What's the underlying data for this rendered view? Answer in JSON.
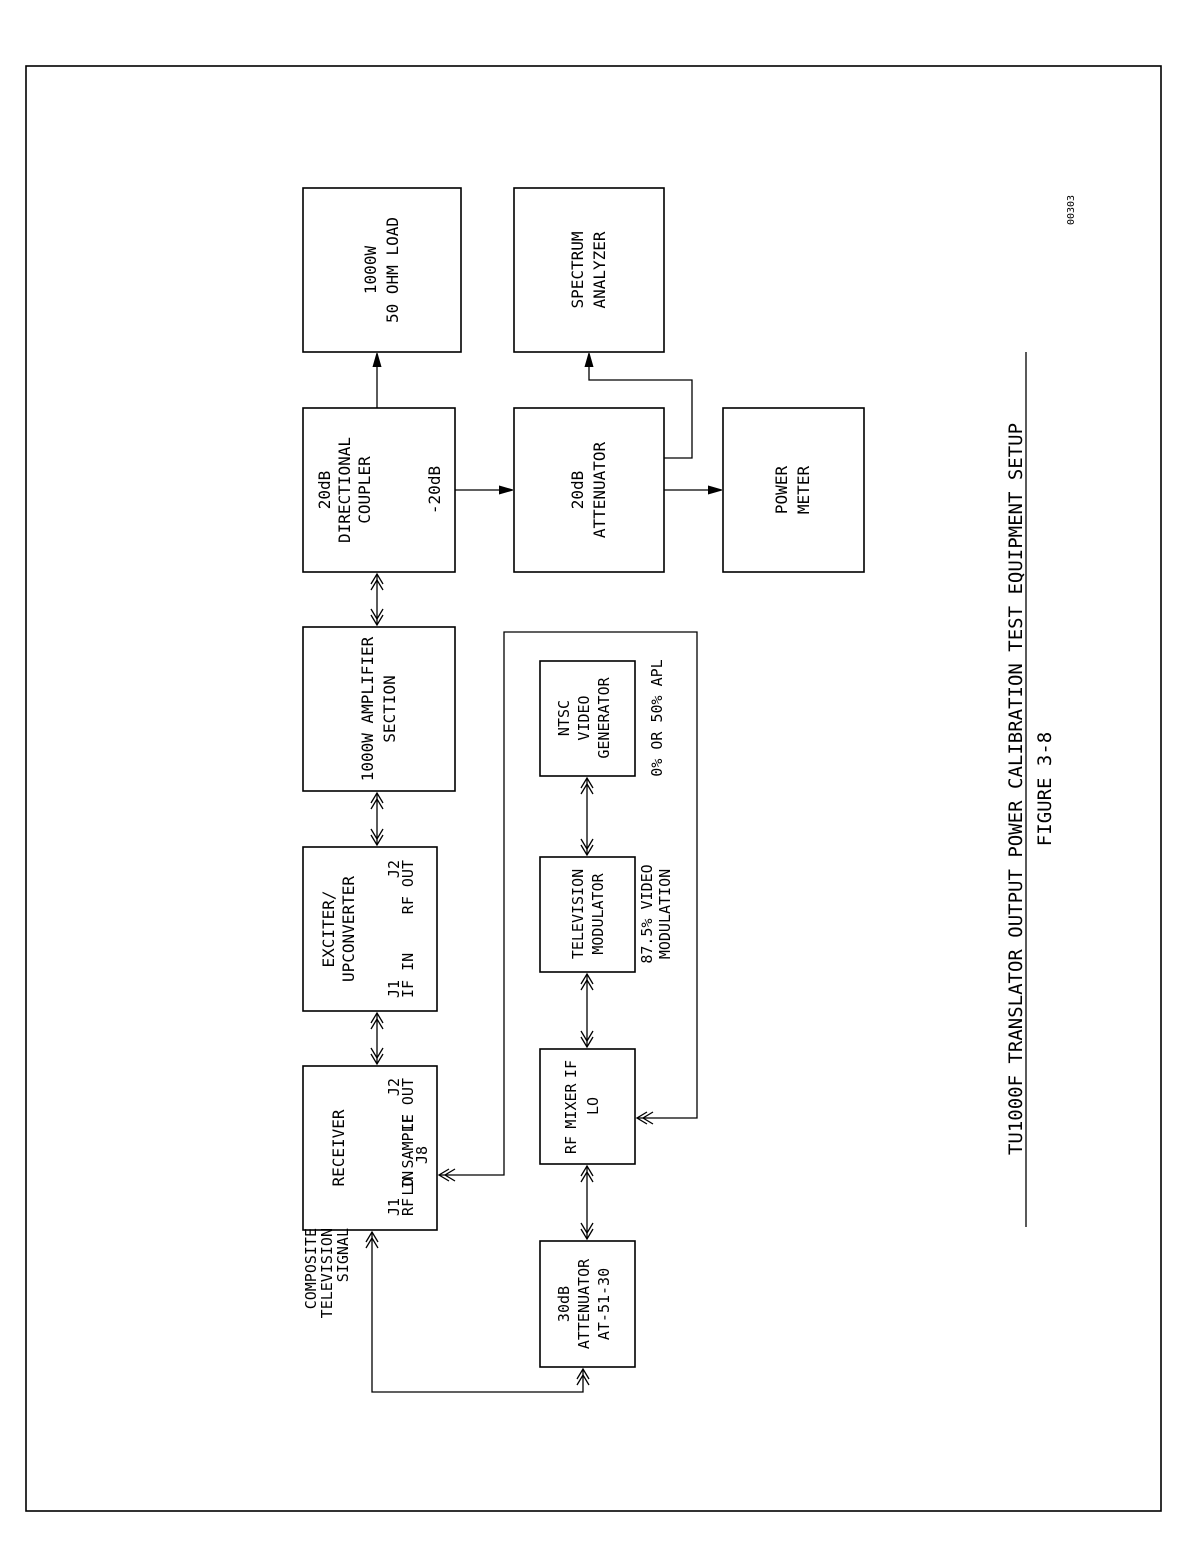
{
  "blocks": {
    "load": {
      "lines": [
        "1000W",
        "50 OHM LOAD"
      ]
    },
    "spectrum": {
      "lines": [
        "SPECTRUM",
        "ANALYZER"
      ]
    },
    "coupler": {
      "lines": [
        "20dB",
        "DIRECTIONAL",
        "COUPLER"
      ],
      "port": "-20dB"
    },
    "attn20": {
      "lines": [
        "20dB",
        "ATTENUATOR"
      ]
    },
    "powermeter": {
      "lines": [
        "POWER",
        "METER"
      ]
    },
    "amplifier": {
      "lines": [
        "1000W AMPLIFIER",
        "SECTION"
      ]
    },
    "ntsc": {
      "lines": [
        "NTSC",
        "VIDEO",
        "GENERATOR"
      ]
    },
    "exciter": {
      "lines": [
        "EXCITER/",
        "UPCONVERTER"
      ],
      "j2": "J2",
      "rfout": "RF OUT",
      "j1": "J1",
      "ifin": "IF IN"
    },
    "tvmod": {
      "lines": [
        "TELEVISION",
        "MODULATOR"
      ]
    },
    "receiver": {
      "title": "RECEIVER",
      "j2": "J2",
      "ifout": "IF OUT",
      "losample": "LO SAMPLE",
      "j8": "J8",
      "j1": "J1",
      "rfin": "RF IN"
    },
    "mixer": {
      "title": "MIXER",
      "if": "IF",
      "lo": "LO",
      "rf": "RF"
    },
    "attn30": {
      "lines": [
        "30dB",
        "ATTENUATOR",
        "AT-51-30"
      ]
    }
  },
  "notes": {
    "apl": "0% OR 50% APL",
    "videomod": [
      "87.5% VIDEO",
      "MODULATION"
    ],
    "composite": [
      "COMPOSITE",
      "TELEVISION",
      "SIGNAL"
    ]
  },
  "caption": {
    "title": "TU1000F TRANSLATOR OUTPUT POWER CALIBRATION TEST EQUIPMENT SETUP",
    "figure": "FIGURE 3-8"
  },
  "drawing_number": "00303"
}
